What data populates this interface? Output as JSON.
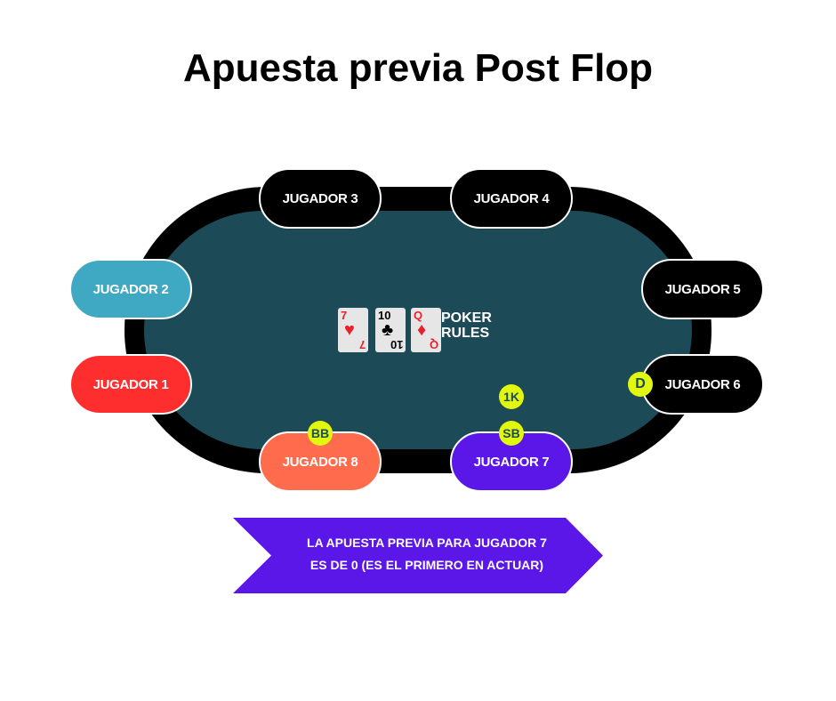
{
  "title": "Apuesta previa Post Flop",
  "seats": {
    "j1": "JUGADOR 1",
    "j2": "JUGADOR 2",
    "j3": "JUGADOR 3",
    "j4": "JUGADOR 4",
    "j5": "JUGADOR 5",
    "j6": "JUGADOR 6",
    "j7": "JUGADOR 7",
    "j8": "JUGADOR 8"
  },
  "chips": {
    "bb": "BB",
    "sb": "SB",
    "bet": "1K",
    "dealer": "D"
  },
  "cards": [
    {
      "rank": "7",
      "suit": "♥",
      "color": "#e8212a"
    },
    {
      "rank": "10",
      "suit": "♣",
      "color": "#000000"
    },
    {
      "rank": "Q",
      "suit": "♦",
      "color": "#e8212a"
    }
  ],
  "logo": {
    "line1": "POKER",
    "line2": "RULES"
  },
  "banner": {
    "line1": "LA APUESTA PREVIA PARA JUGADOR 7",
    "line2": "ES DE 0 (ES EL PRIMERO EN ACTUAR)"
  },
  "colors": {
    "table": "#1c4a56",
    "j1": "#ff2e2e",
    "j2": "#3fa9c4",
    "j8": "#ff6b4d",
    "j7": "#5b17e8",
    "chip": "#e2f70e"
  }
}
